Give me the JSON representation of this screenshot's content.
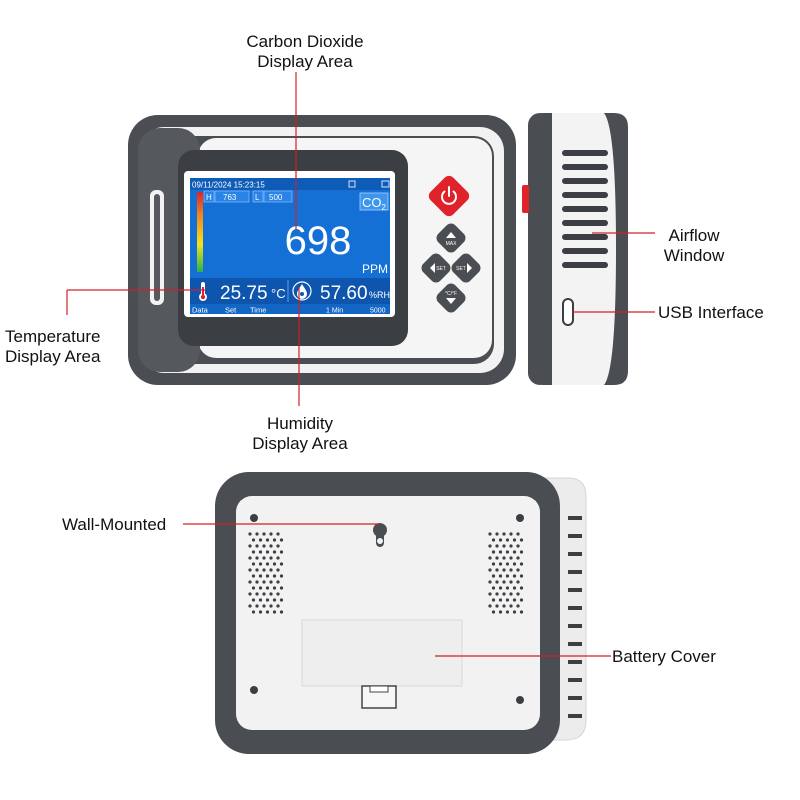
{
  "labels": {
    "co2_area": [
      "Carbon Dioxide",
      "Display Area"
    ],
    "airflow": [
      "Airflow",
      "Window"
    ],
    "usb": "USB Interface",
    "temperature_area": [
      "Temperature",
      "Display Area"
    ],
    "humidity_area": [
      "Humidity",
      "Display Area"
    ],
    "wall_mounted": "Wall-Mounted",
    "battery_cover": "Battery Cover"
  },
  "screen": {
    "datetime": "09/11/2024 15:23:15",
    "high_tag": "H",
    "high_value": "763",
    "low_tag": "L",
    "low_value": "500",
    "gas": "CO",
    "gas_sub": "2",
    "co2_value": "698",
    "co2_unit": "PPM",
    "temperature": "25.75",
    "temperature_unit": "°C",
    "humidity": "57.60",
    "humidity_unit": "%RH",
    "footer": [
      "Data",
      "Set",
      "Time",
      "1 Min",
      "5000"
    ]
  },
  "buttons": {
    "up": "MAX",
    "left": "SET",
    "right": "SET",
    "down": "°C/°F"
  },
  "colors": {
    "frame": "#4a4d52",
    "screen_bg": "#1570d6",
    "leader_line": "#d0202a",
    "power_button": "#e0232b"
  }
}
